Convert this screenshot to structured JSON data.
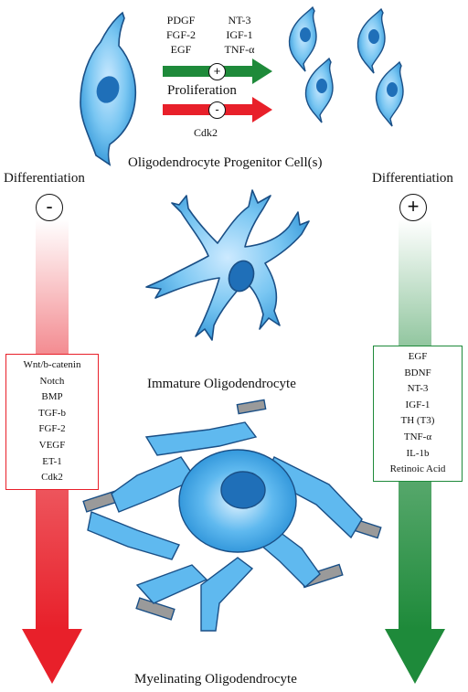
{
  "proliferation": {
    "label": "Proliferation",
    "promoters_left": [
      "PDGF",
      "FGF-2",
      "EGF"
    ],
    "promoters_right": [
      "NT-3",
      "IGF-1",
      "TNF-α"
    ],
    "plus_sign": "+",
    "minus_sign": "-",
    "inhibitor": "Cdk2",
    "promote_color": "#1e8a3a",
    "inhibit_color": "#e8202a"
  },
  "stages": {
    "progenitor": "Oligodendrocyte Progenitor Cell(s)",
    "immature": "Immature Oligodendrocyte",
    "myelinating": "Myelinating Oligodendrocyte"
  },
  "differentiation_left": {
    "title": "Differentiation",
    "sign": "-",
    "color": "#e8202a",
    "factors": [
      "Wnt/b-catenin",
      "Notch",
      "BMP",
      "TGF-b",
      "FGF-2",
      "VEGF",
      "ET-1",
      "Cdk2"
    ]
  },
  "differentiation_right": {
    "title": "Differentiation",
    "sign": "+",
    "color": "#1e8a3a",
    "factors": [
      "EGF",
      "BDNF",
      "NT-3",
      "IGF-1",
      "TH (T3)",
      "TNF-α",
      "IL-1b",
      "Retinoic Acid"
    ]
  },
  "cell_colors": {
    "body": "#4fb4ec",
    "nucleus": "#1f6fb8",
    "outline": "#1a4f86",
    "sheath": "#9a9a9a"
  }
}
